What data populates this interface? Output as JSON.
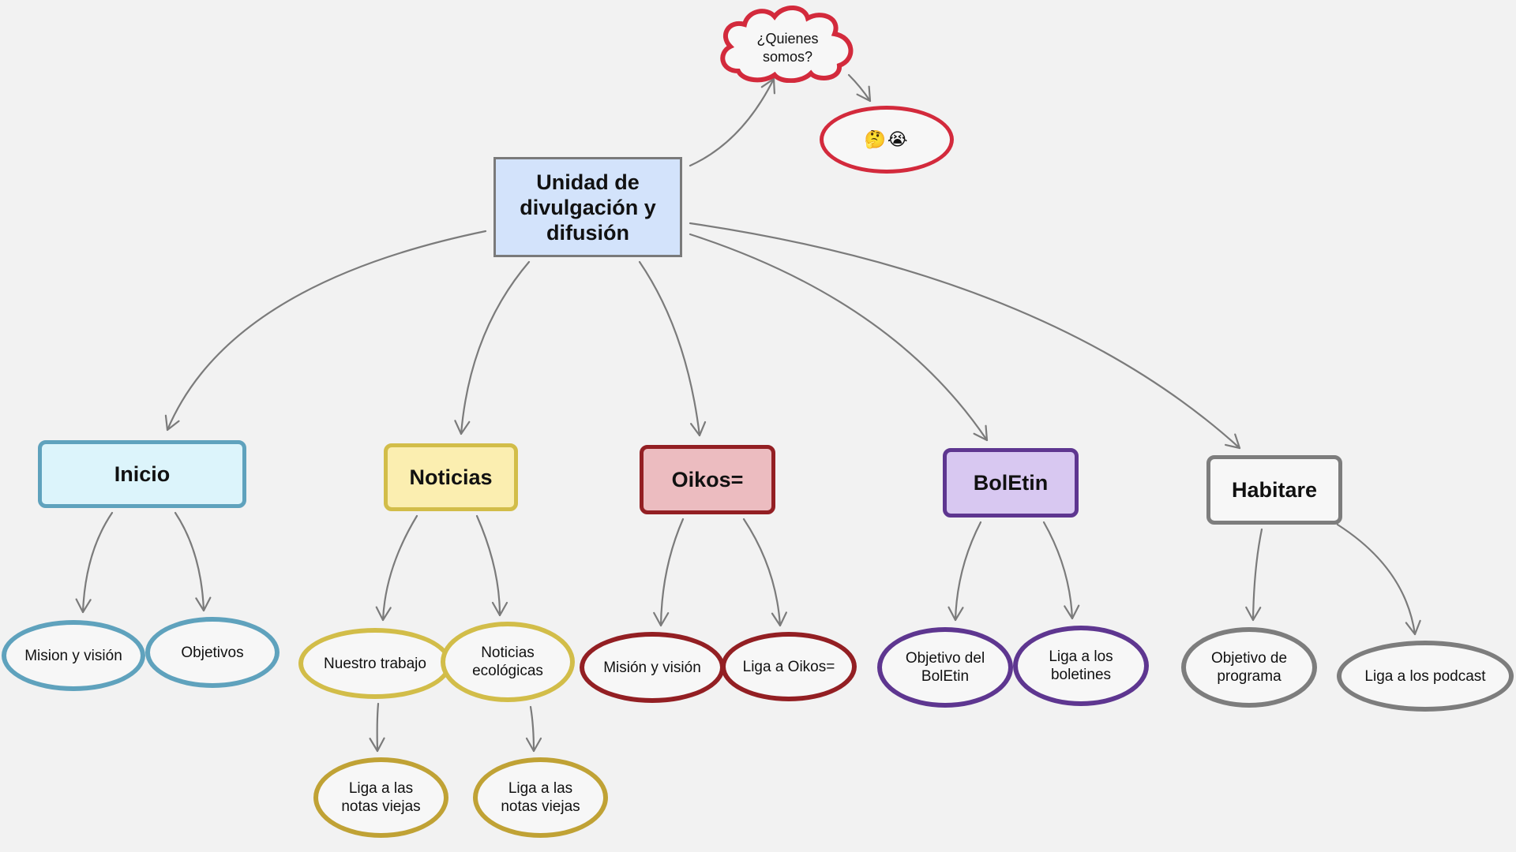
{
  "diagram": {
    "root": {
      "label": "Unidad de\ndivulgación y\ndifusión"
    },
    "aside": {
      "cloud_label": "¿Quienes\nsomos?",
      "emoji_label": "🤔😭"
    },
    "categories": [
      {
        "label": "Inicio",
        "fill": "#dcf4fb",
        "border": "#5fa2bd",
        "children": [
          {
            "label": "Mision y visión"
          },
          {
            "label": "Objetivos"
          }
        ]
      },
      {
        "label": "Noticias",
        "fill": "#fbeeb0",
        "border": "#d2bd49",
        "children": [
          {
            "label": "Nuestro trabajo",
            "sub": {
              "label": "Liga a las\nnotas viejas"
            }
          },
          {
            "label": "Noticias\necológicas",
            "sub": {
              "label": "Liga a las\nnotas viejas"
            }
          }
        ]
      },
      {
        "label": "Oikos=",
        "fill": "#ecbcc0",
        "border": "#931f23",
        "children": [
          {
            "label": "Misión y visión"
          },
          {
            "label": "Liga a Oikos="
          }
        ]
      },
      {
        "label": "BolEtin",
        "fill": "#d8c8f1",
        "border": "#5e3690",
        "children": [
          {
            "label": "Objetivo del\nBolEtin"
          },
          {
            "label": "Liga a los\nboletines"
          }
        ]
      },
      {
        "label": "Habitare",
        "fill": "#f7f7f7",
        "border": "#7d7d7d",
        "children": [
          {
            "label": "Objetivo de\nprograma"
          },
          {
            "label": "Liga a los podcast"
          }
        ]
      }
    ],
    "colors": {
      "connector": "#7b7b7b",
      "aside_border": "#d32a3c",
      "sub_border": "#c0a235"
    }
  }
}
